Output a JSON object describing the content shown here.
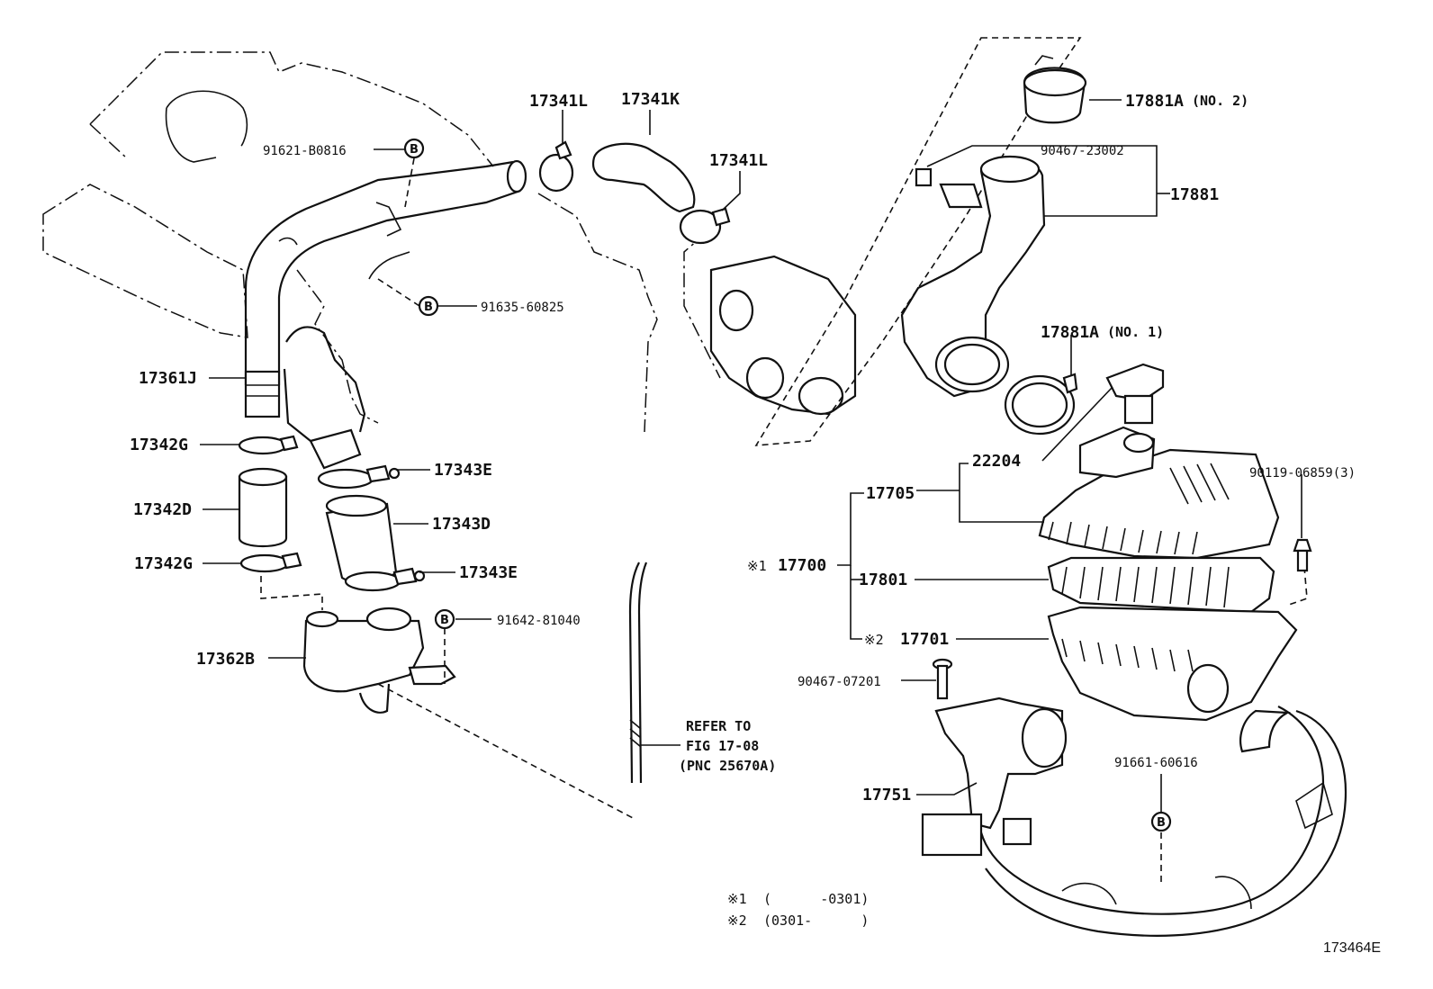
{
  "diagram": {
    "figure_id": "173464E",
    "bolt_mark": "B",
    "labels": {
      "p91621": "91621-B0816",
      "p91635": "91635-60825",
      "p17361J": "17361J",
      "p17342G_top": "17342G",
      "p17342D": "17342D",
      "p17342G_bot": "17342G",
      "p17343E_top": "17343E",
      "p17343D": "17343D",
      "p17343E_bot": "17343E",
      "p91642": "91642-81040",
      "p17362B": "17362B",
      "p17341L_a": "17341L",
      "p17341K": "17341K",
      "p17341L_b": "17341L",
      "p17881A_no2": "17881A",
      "p17881A_no2_suffix": "(NO. 2)",
      "p90467_23002": "90467-23002",
      "p17881": "17881",
      "p17881A_no1": "17881A",
      "p17881A_no1_suffix": "(NO. 1)",
      "p22204": "22204",
      "p90119": "90119-06859(3)",
      "p17705": "17705",
      "p17700": "17700",
      "p17700_mark": "※1",
      "p17801": "17801",
      "p17701": "17701",
      "p17701_mark": "※2",
      "p90467_07201": "90467-07201",
      "p17751": "17751",
      "p91661": "91661-60616"
    },
    "refer": {
      "line1": "REFER TO",
      "line2": "FIG 17-08",
      "line3": "(PNC 25670A)"
    },
    "footnotes": {
      "note1_mark": "※1",
      "note1_text": "(      -0301)",
      "note2_mark": "※2",
      "note2_text": "(0301-      )"
    }
  }
}
